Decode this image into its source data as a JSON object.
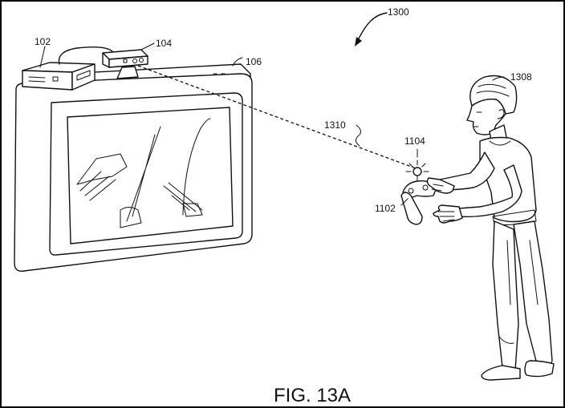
{
  "labels": {
    "system": "1300",
    "console": "102",
    "camera": "104",
    "display": "106",
    "line_of_sight": "1310",
    "light": "1104",
    "controller": "1102",
    "user": "1308"
  },
  "caption": "FIG. 13A"
}
